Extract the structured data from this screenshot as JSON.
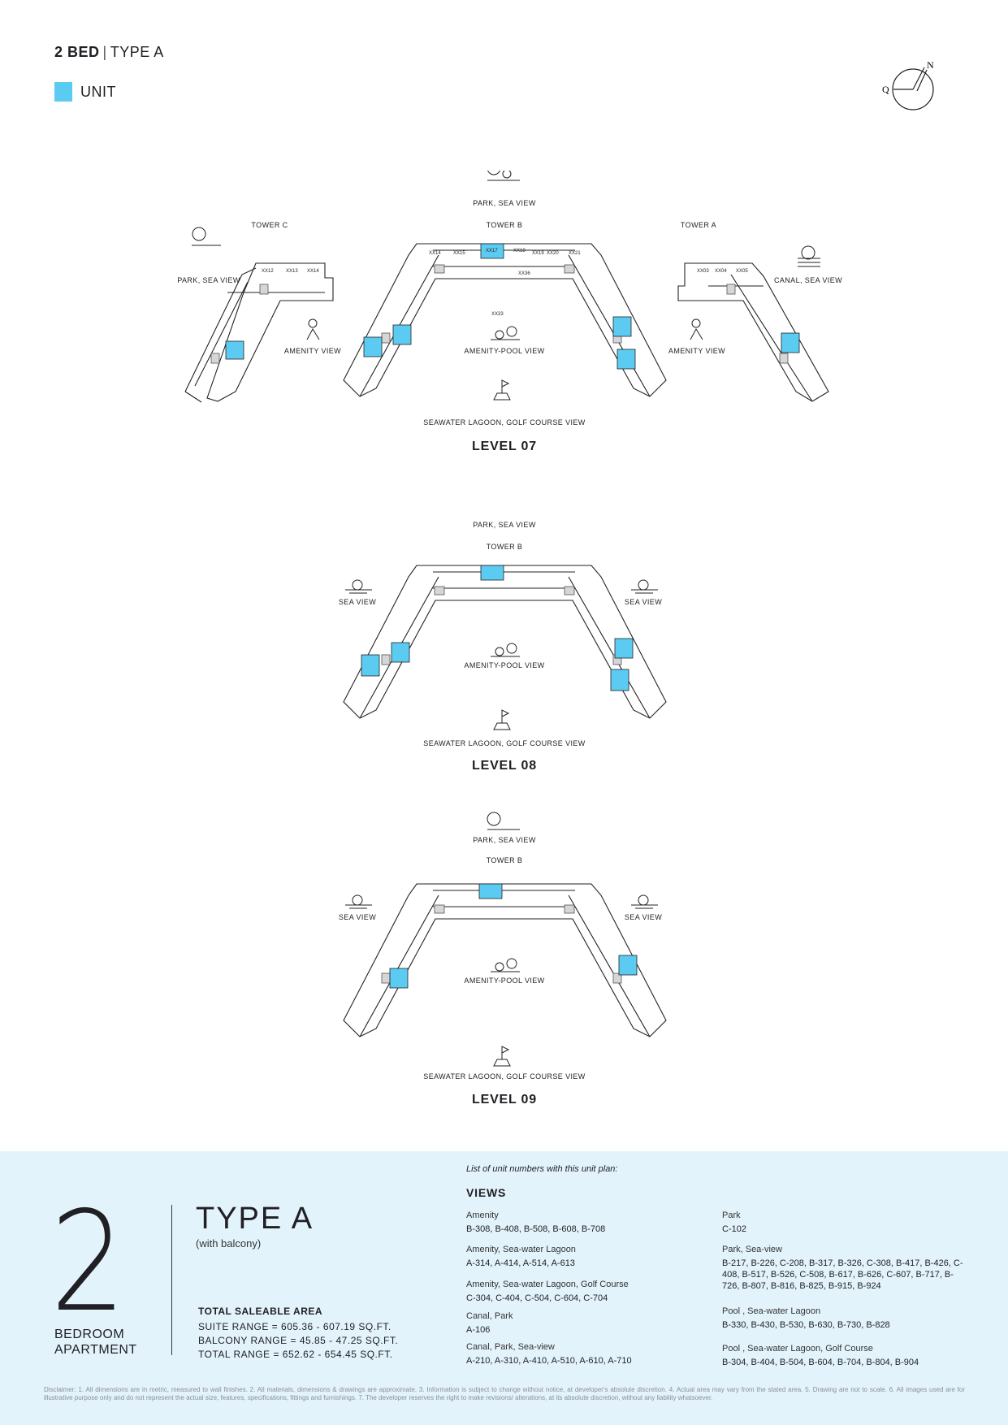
{
  "header": {
    "bed": "2 BED",
    "separator": "|",
    "type": "TYPE A",
    "legend_label": "UNIT",
    "legend_color": "#5ccbf2",
    "compass": {
      "north": "N",
      "west": "Q"
    }
  },
  "plans": [
    {
      "level": "LEVEL 07",
      "towers": [
        "TOWER C",
        "TOWER B",
        "TOWER A"
      ],
      "views": {
        "top": "PARK, SEA VIEW",
        "left": "PARK, SEA VIEW",
        "right": "CANAL, SEA VIEW",
        "amenity_left": "AMENITY VIEW",
        "amenity_center": "AMENITY-POOL VIEW",
        "amenity_right": "AMENITY VIEW",
        "bottom": "SEAWATER LAGOON, GOLF COURSE VIEW"
      }
    },
    {
      "level": "LEVEL 08",
      "towers": [
        "TOWER B"
      ],
      "views": {
        "top": "PARK, SEA VIEW",
        "left": "SEA VIEW",
        "right": "SEA VIEW",
        "amenity_center": "AMENITY-POOL VIEW",
        "bottom": "SEAWATER LAGOON, GOLF COURSE VIEW"
      }
    },
    {
      "level": "LEVEL 09",
      "towers": [
        "TOWER B"
      ],
      "views": {
        "top": "PARK, SEA VIEW",
        "left": "SEA VIEW",
        "right": "SEA VIEW",
        "amenity_center": "AMENITY-POOL VIEW",
        "bottom": "SEAWATER LAGOON, GOLF COURSE VIEW"
      }
    }
  ],
  "info": {
    "bedrooms": "2",
    "bedroom_label_1": "BEDROOM",
    "bedroom_label_2": "APARTMENT",
    "type": "TYPE A",
    "balcony": "(with balcony)",
    "area_heading": "TOTAL SALEABLE AREA",
    "suite_range": "SUITE RANGE = 605.36 - 607.19 SQ.FT.",
    "balcony_range": "BALCONY RANGE = 45.85 - 47.25 SQ.FT.",
    "total_range": "TOTAL RANGE = 652.62 - 654.45 SQ.FT.",
    "list_heading": "List of unit numbers with this unit plan:",
    "views_heading": "VIEWS",
    "views_left": [
      {
        "name": "Amenity",
        "units": "B-308, B-408, B-508, B-608, B-708"
      },
      {
        "name": "Amenity, Sea-water Lagoon",
        "units": "A-314, A-414, A-514, A-613"
      },
      {
        "name": "Amenity, Sea-water Lagoon, Golf Course",
        "units": "C-304, C-404, C-504, C-604, C-704"
      },
      {
        "name": "Canal, Park",
        "units": "A-106"
      },
      {
        "name": "Canal, Park, Sea-view",
        "units": "A-210, A-310, A-410, A-510, A-610, A-710"
      }
    ],
    "views_right": [
      {
        "name": "Park",
        "units": "C-102"
      },
      {
        "name": "Park, Sea-view",
        "units": "B-217, B-226, C-208, B-317, B-326, C-308, B-417, B-426, C-408, B-517, B-526, C-508, B-617, B-626, C-607, B-717, B-726, B-807, B-816, B-825, B-915, B-924"
      },
      {
        "name": "Pool , Sea-water Lagoon",
        "units": "B-330, B-430, B-530, B-630, B-730, B-828"
      },
      {
        "name": "Pool , Sea-water Lagoon, Golf Course",
        "units": "B-304, B-404, B-504, B-604, B-704, B-804, B-904"
      }
    ],
    "disclaimer": "Disclaimer: 1. All dimensions are in metric, measured to wall finishes. 2. All materials, dimensions & drawings are approximate. 3. Information is subject to change without notice, at developer's absolute discretion. 4. Actual area may vary from the stated area. 5. Drawing are not to scale. 6. All images used are for illustrative purpose only and do not represent the actual size, features, specifications, fittings and furnishings. 7. The developer reserves the right to make revisions/ alterations, at its absolute discretion, without any liability whatsoever."
  }
}
